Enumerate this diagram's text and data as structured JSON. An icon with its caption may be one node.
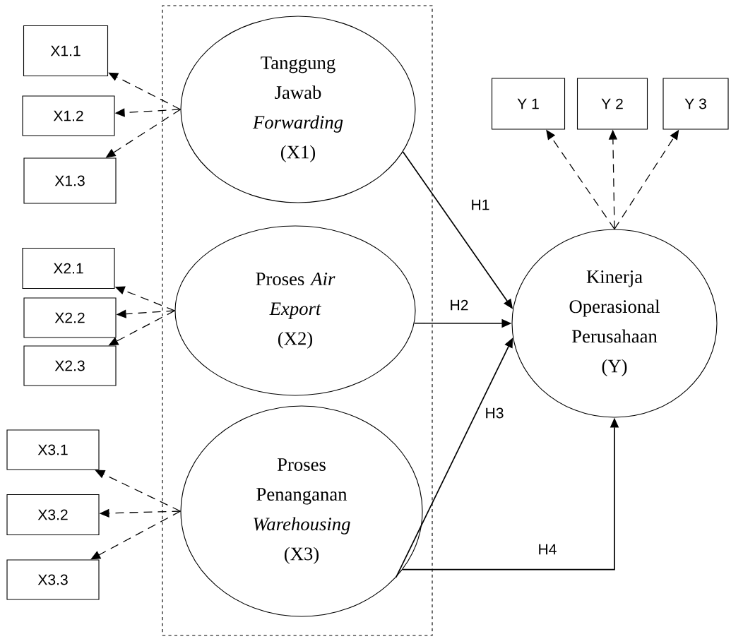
{
  "diagram": {
    "nodes": [
      {
        "text": [],
        "shape": "box"
      },
      {
        "text": [
          "Tanggung Jawab *Forwarding* (X1)"
        ],
        "in": 0
      },
      {
        "text": [
          "Proses *Air Export* (X2)"
        ],
        "in": 0
      },
      {
        "text": [
          "Proses Penanganan *Warehousing* (X3)"
        ],
        "in": 0
      },
      {
        "text": [
          "Kinerja Operasional Perusahaan (Y)"
        ]
      },
      {
        "text": [
          "X1.1"
        ]
      },
      {
        "text": [
          "X1.2"
        ]
      },
      {
        "text": [
          "X1.3"
        ]
      },
      {
        "text": [
          "X2.1"
        ]
      },
      {
        "text": [
          "X2.2"
        ]
      },
      {
        "text": [
          "X2.3"
        ]
      },
      {
        "text": [
          "X3.1"
        ]
      },
      {
        "text": [
          "X3.2"
        ]
      },
      {
        "text": [
          "X3.3"
        ]
      },
      {
        "text": [
          "Y 1"
        ]
      },
      {
        "text": [
          "Y 2"
        ]
      },
      {
        "text": [
          "Y 3"
        ]
      }
    ],
    "edges": [
      {
        "from": 1,
        "to": 5,
        "arrow": "to",
        "style": "dashed"
      },
      {
        "from": 1,
        "to": 6,
        "arrow": "to",
        "style": "dashed"
      },
      {
        "from": 1,
        "to": 7,
        "arrow": "to",
        "style": "dashed"
      },
      {
        "from": 2,
        "to": 8,
        "arrow": "to",
        "style": "dashed"
      },
      {
        "from": 2,
        "to": 9,
        "arrow": "to",
        "style": "dashed"
      },
      {
        "from": 2,
        "to": 10,
        "arrow": "to",
        "style": "dashed"
      },
      {
        "from": 3,
        "to": 11,
        "arrow": "to",
        "style": "dashed"
      },
      {
        "from": 3,
        "to": 12,
        "arrow": "to",
        "style": "dashed"
      },
      {
        "from": 3,
        "to": 13,
        "arrow": "to",
        "style": "dashed"
      },
      {
        "from": 4,
        "to": 14,
        "arrow": "to",
        "style": "dashed"
      },
      {
        "from": 4,
        "to": 15,
        "arrow": "to",
        "style": "dashed"
      },
      {
        "from": 4,
        "to": 16,
        "arrow": "to",
        "style": "dashed"
      },
      {
        "from": 1,
        "to": 4,
        "arrow": "to",
        "label": "H1"
      },
      {
        "from": 2,
        "to": 4,
        "arrow": "to",
        "label": "H2"
      },
      {
        "from": 3,
        "to": 4,
        "arrow": "to",
        "label": "H3"
      },
      {
        "from": 3,
        "to": 4,
        "arrow": "to",
        "label": "H4"
      }
    ]
  }
}
